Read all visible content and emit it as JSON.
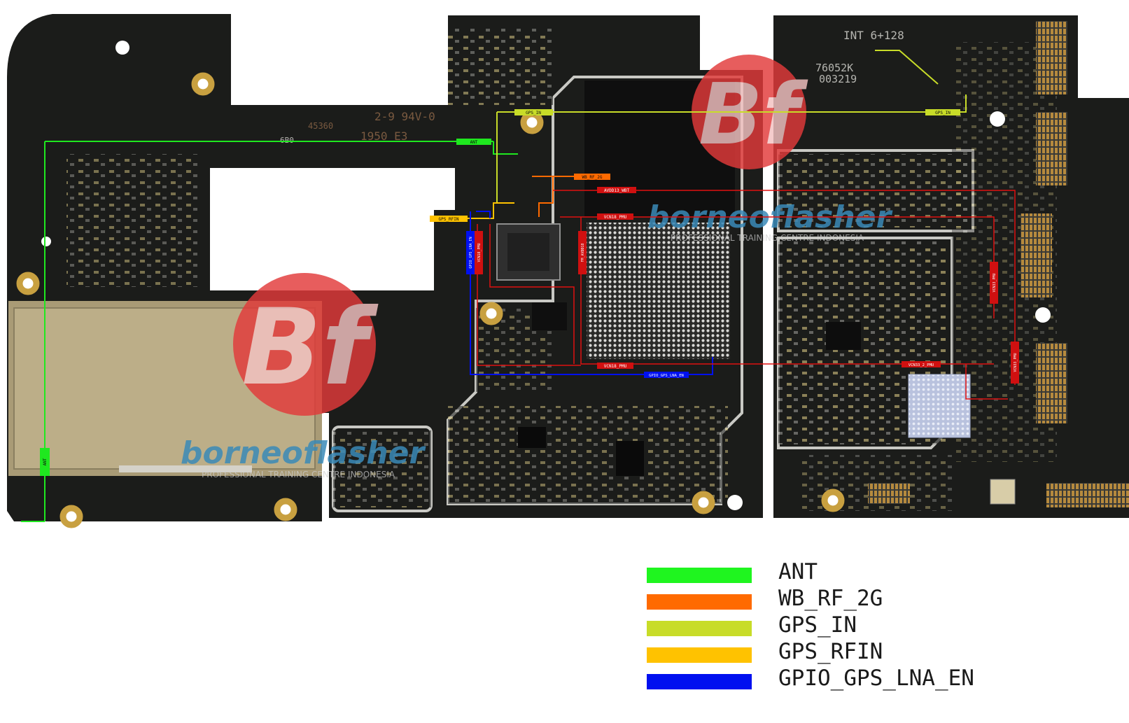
{
  "board": {
    "silkscreen": {
      "memory": "INT 6+128",
      "code1": "76052K",
      "code2": "003219",
      "code3": "2-9 94V-0",
      "code4": "1950 E3",
      "code5": "45360",
      "code6": "6B0"
    },
    "labels": {
      "ant_top": "ANT",
      "ant_side": "ANT",
      "gps_in_left": "GPS_IN",
      "gps_in_right": "GPS_IN",
      "wb_rf_2g": "WB_RF_2G",
      "avdd13_wbt": "AVDD13_WBT",
      "vcn18_pmu_top": "VCN18_PMU",
      "vcn18_pmu_bottom": "VCN18_PMU",
      "gps_rfin": "GPS_RFIN",
      "gpio_gps_lna_en_side": "GPIO_GPS_LNA_EN",
      "gpio_gps_lna_en_bottom": "GPIO_GPS_LNA_EN",
      "vcn18_pmu_vert": "VCN18_PMU",
      "fm_avdd18": "FM_AVDD18",
      "vcn33_pmu_a": "VCN33_PMU",
      "vcn33_pmu_b": "VCN33_PMU",
      "vcn33_2_pmu": "VCN33_2_PMU"
    },
    "watermark": {
      "brand": "borneoflasher",
      "tagline": "PROFESSIONAL TRAINING CENTRE INDONESIA",
      "logo_letters": "Bf"
    },
    "colors": {
      "board": "#1b1c1a",
      "ant": "#1fe81f",
      "wb_rf_2g": "#ff6a00",
      "gps_in": "#c8dc28",
      "gps_rfin": "#ffc200",
      "gpio_gps_lna_en": "#0010f0",
      "power": "#e01010"
    }
  },
  "legend": [
    {
      "label": "ANT",
      "color": "#1ff51f"
    },
    {
      "label": "WB_RF_2G",
      "color": "#ff6a00"
    },
    {
      "label": "GPS_IN",
      "color": "#c8dc28"
    },
    {
      "label": "GPS_RFIN",
      "color": "#ffc200"
    },
    {
      "label": "GPIO_GPS_LNA_EN",
      "color": "#0010f0"
    }
  ]
}
